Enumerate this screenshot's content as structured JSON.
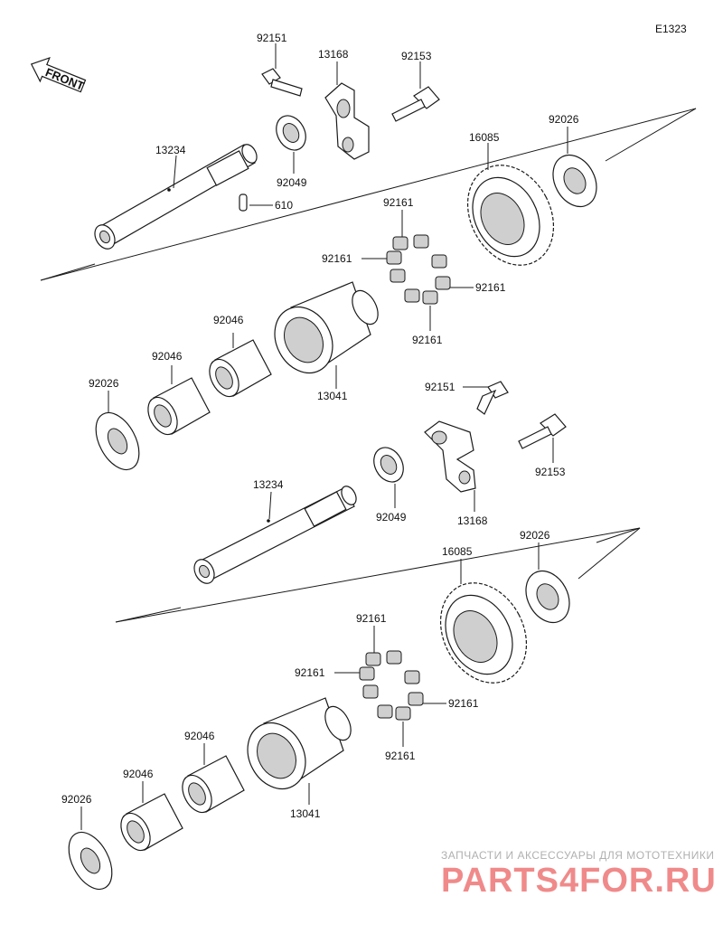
{
  "diagram_code": "E1323",
  "front_label": "FRONT",
  "watermark": {
    "line1": "ЗАПЧАСТИ И АКСЕССУАРЫ ДЛЯ МОТОТЕХНИКИ",
    "logo": "PARTS4FOR.RU"
  },
  "upper_group": {
    "bolt_a": "92151",
    "holder": "13168",
    "bolt_b": "92153",
    "shaft": "13234",
    "oil_seal": "92049",
    "pin": "610",
    "gear": "16085",
    "washer_right": "92026",
    "damper_top": "92161",
    "damper_left": "92161",
    "damper_right": "92161",
    "damper_bottom": "92161",
    "bearing_a": "92046",
    "bearing_b": "92046",
    "washer_left": "92026",
    "hub": "13041"
  },
  "lower_group": {
    "bolt_a": "92151",
    "holder": "13168",
    "bolt_b": "92153",
    "shaft": "13234",
    "oil_seal": "92049",
    "gear": "16085",
    "washer_right": "92026",
    "damper_top": "92161",
    "damper_left": "92161",
    "damper_right": "92161",
    "damper_bottom": "92161",
    "bearing_a": "92046",
    "bearing_b": "92046",
    "washer_left": "92026",
    "hub": "13041"
  }
}
